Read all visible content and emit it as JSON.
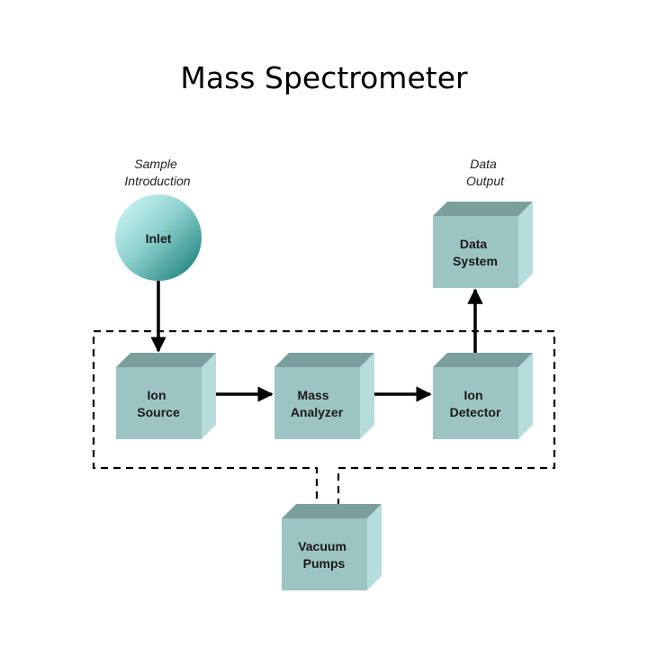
{
  "title": "Mass Spectrometer",
  "captions": {
    "sample_introduction": [
      "Sample",
      "Introduction"
    ],
    "data_output": [
      "Data",
      "Output"
    ]
  },
  "nodes": {
    "inlet": [
      "Inlet"
    ],
    "ion_source": [
      "Ion",
      "Source"
    ],
    "mass_analyzer": [
      "Mass",
      "Analyzer"
    ],
    "ion_detector": [
      "Ion",
      "Detector"
    ],
    "data_system": [
      "Data",
      "System"
    ],
    "vacuum_pumps": [
      "Vacuum",
      "Pumps"
    ]
  },
  "colors": {
    "box_front": "#9cc4c2",
    "box_top": "#7a9f9c",
    "box_side": "#b6dddb",
    "inlet_light": "#cdf3f2",
    "inlet_dark": "#157f7a",
    "line": "#000000"
  }
}
